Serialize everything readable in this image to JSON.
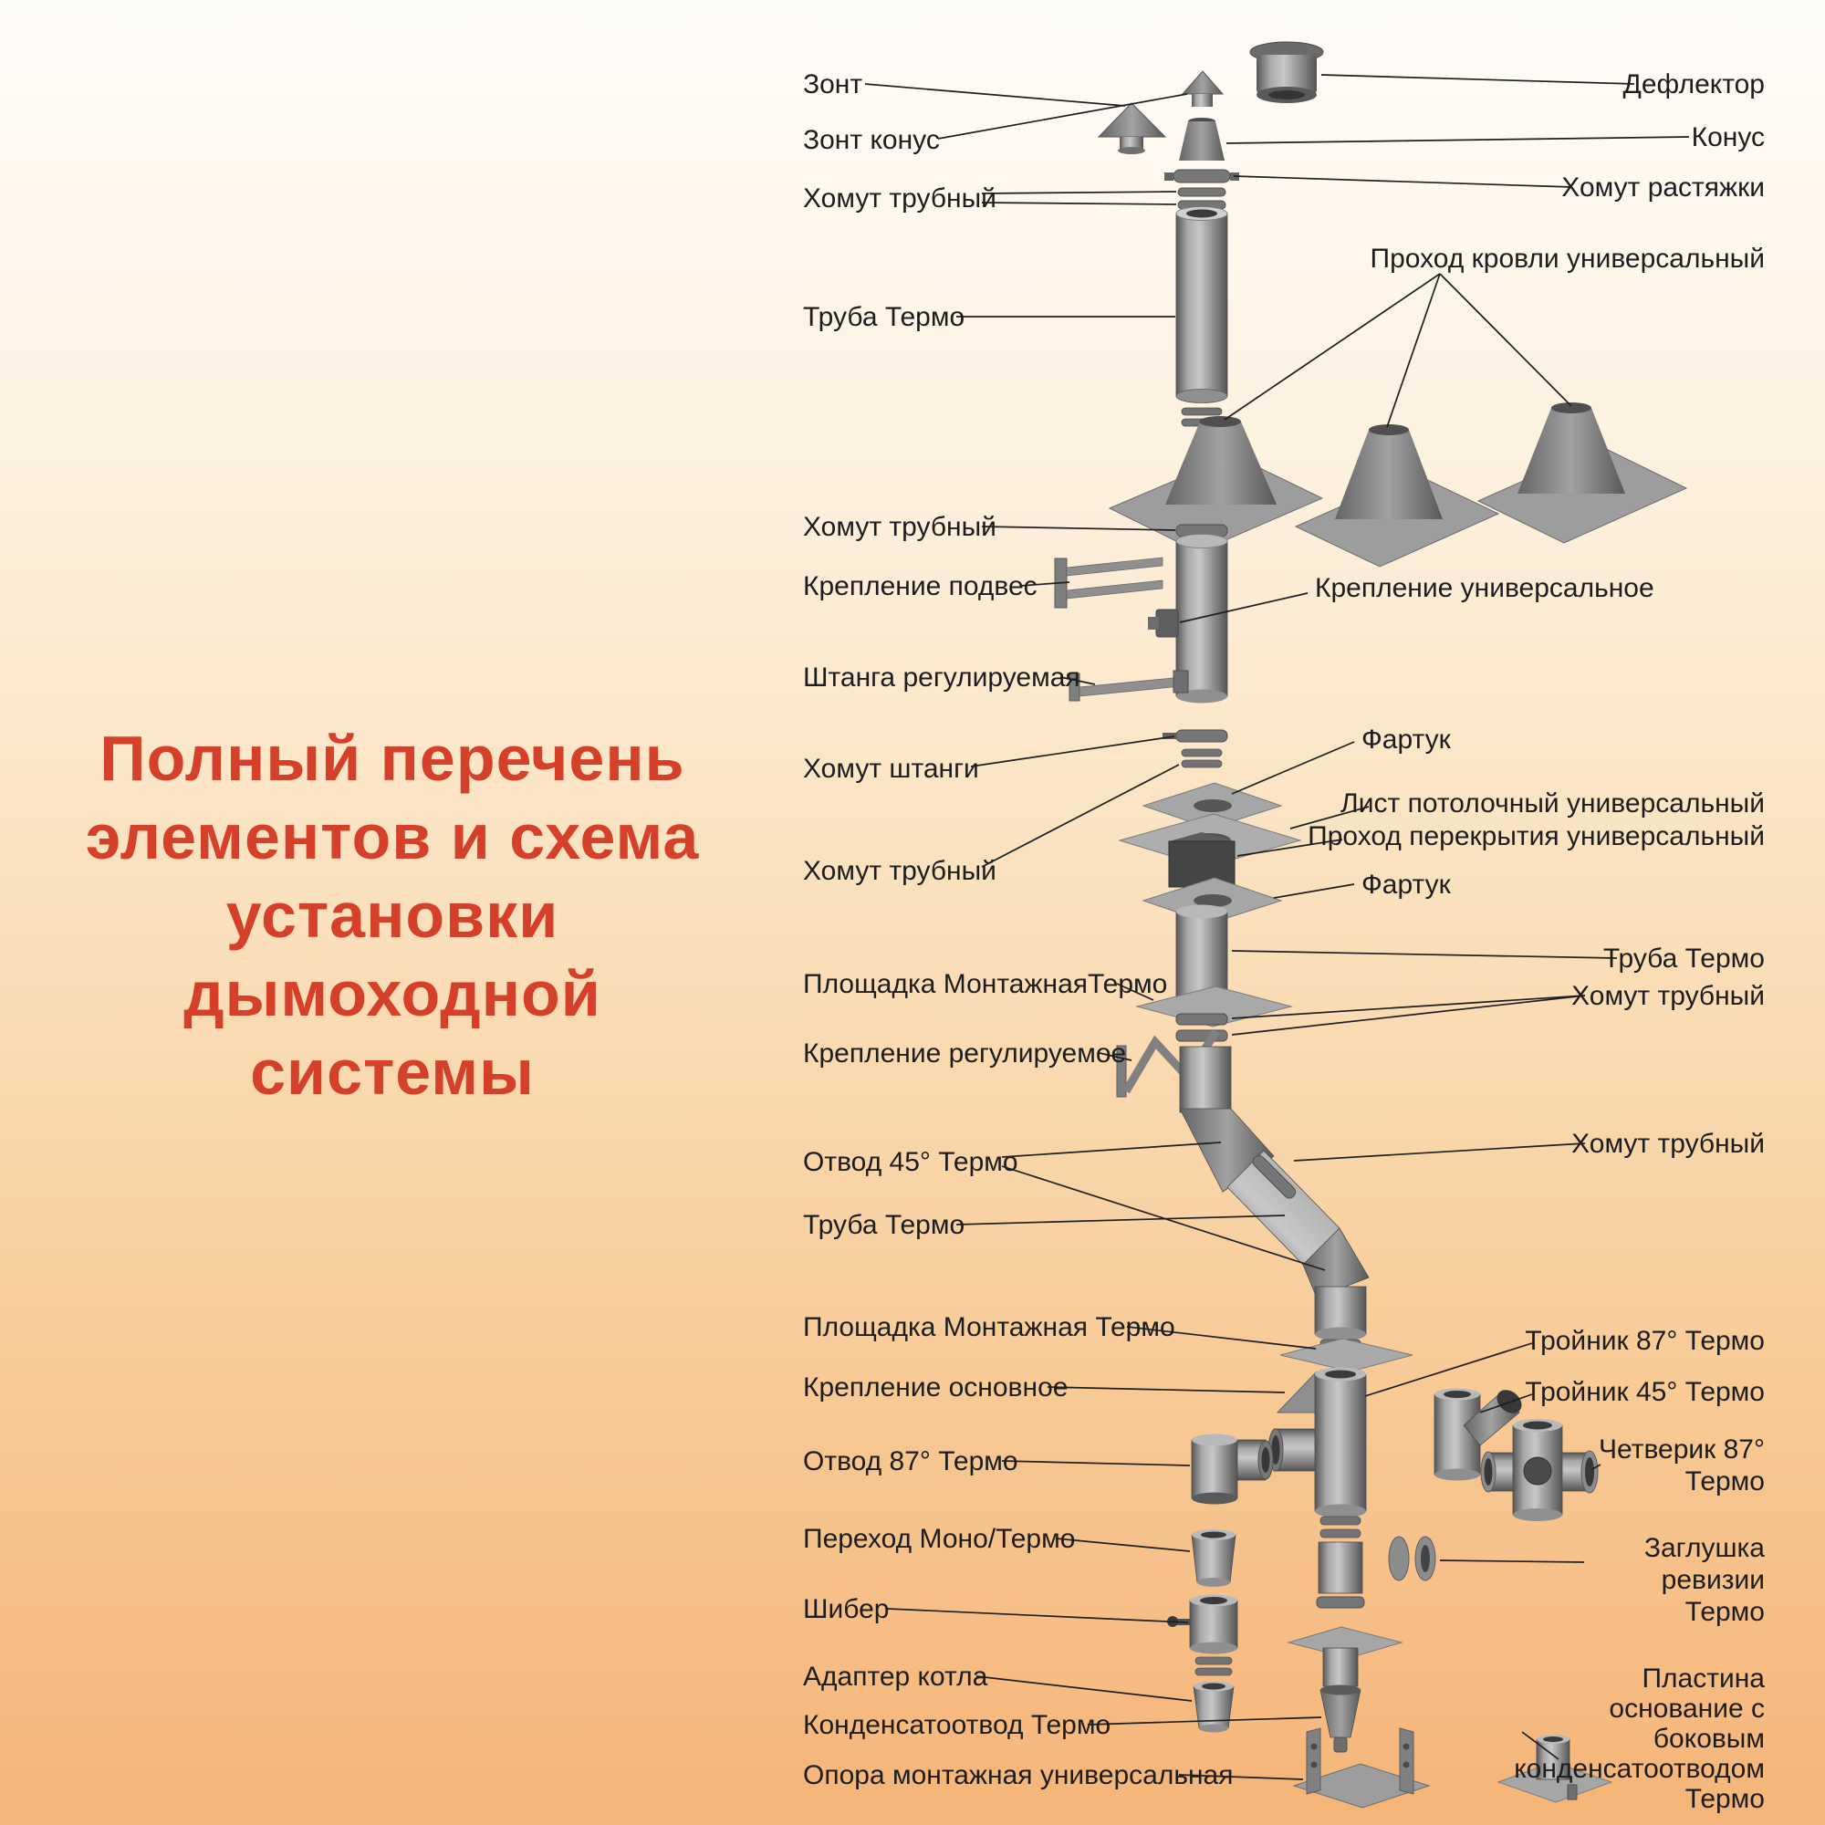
{
  "title": {
    "lines": [
      "Полный перечень",
      "элементов и схема",
      "установки",
      "дымоходной",
      "системы"
    ]
  },
  "labels": {
    "left": [
      {
        "text": "Зонт"
      },
      {
        "text": "Зонт конус"
      },
      {
        "text": "Хомут трубный"
      },
      {
        "text": "Труба Термо"
      },
      {
        "text": "Хомут трубный"
      },
      {
        "text": "Крепление подвес"
      },
      {
        "text": "Штанга регулируемая"
      },
      {
        "text": "Хомут штанги"
      },
      {
        "text": "Хомут трубный"
      },
      {
        "text": "Площадка МонтажнаяТермо"
      },
      {
        "text": "Крепление регулируемое"
      },
      {
        "text": "Отвод 45° Термо"
      },
      {
        "text": "Труба Термо"
      },
      {
        "text": "Площадка Монтажная Термо"
      },
      {
        "text": "Крепление основное"
      },
      {
        "text": "Отвод 87° Термо"
      },
      {
        "text": "Переход Моно/Термо"
      },
      {
        "text": "Шибер"
      },
      {
        "text": "Адаптер котла"
      },
      {
        "text": "Конденсатоотвод Термо"
      },
      {
        "text": "Опора монтажная универсальная"
      }
    ],
    "right": [
      {
        "text": "Дефлектор"
      },
      {
        "text": "Конус"
      },
      {
        "text": "Хомут растяжки"
      },
      {
        "text": "Проход кровли универсальный"
      },
      {
        "text": "Крепление универсальное"
      },
      {
        "text": "Фартук"
      },
      {
        "text": "Лист потолочный универсальный"
      },
      {
        "text": "Проход перекрытия универсальный"
      },
      {
        "text": "Фартук"
      },
      {
        "text": "Труба Термо"
      },
      {
        "text": "Хомут трубный"
      },
      {
        "text": "Хомут трубный"
      },
      {
        "text": "Тройник 87° Термо"
      },
      {
        "text": "Тройник 45° Термо"
      },
      {
        "text": "Четверик 87° Термо"
      },
      {
        "text": "Заглушка ревизии Термо"
      },
      {
        "text": "Пластина основание с боковым конденсатоотводом Термо"
      }
    ]
  },
  "colors": {
    "title": "#d5402a",
    "label_text": "#1d1d1d",
    "leader_line": "#1f1f1f",
    "metal_base": "#8a8a8a",
    "bg_top": "#fefcf9",
    "bg_bottom": "#f5b478"
  }
}
